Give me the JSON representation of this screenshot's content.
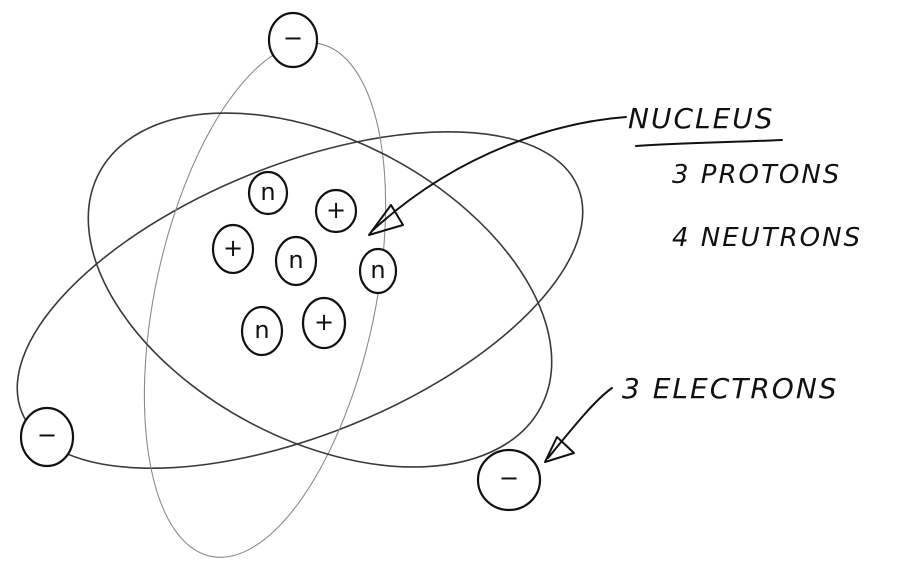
{
  "labels": {
    "nucleus_title": "NUCLEUS",
    "protons_line": "3 PROTONS",
    "neutrons_line": "4 NEUTRONS",
    "electrons_label": "3 ELECTRONS"
  },
  "nucleus": {
    "protons": [
      {
        "glyph": "+"
      },
      {
        "glyph": "+"
      },
      {
        "glyph": "+"
      }
    ],
    "neutrons": [
      {
        "glyph": "n"
      },
      {
        "glyph": "n"
      },
      {
        "glyph": "n"
      },
      {
        "glyph": "n"
      }
    ]
  },
  "electrons": [
    {
      "glyph": "−"
    },
    {
      "glyph": "−"
    },
    {
      "glyph": "−"
    }
  ]
}
